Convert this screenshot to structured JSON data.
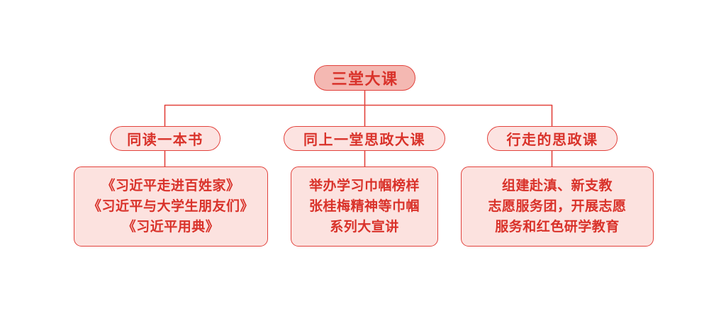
{
  "diagram": {
    "type": "org-chart",
    "title": "三堂大课",
    "root": {
      "label": "三堂大课"
    },
    "branches": [
      {
        "label": "同读一本书",
        "detail_lines": [
          "《习近平走进百姓家》",
          "《习近平与大学生朋友们》",
          "《习近平用典》"
        ]
      },
      {
        "label": "同上一堂思政大课",
        "detail_lines": [
          "举办学习巾帼榜样",
          "张桂梅精神等巾帼",
          "系列大宣讲"
        ]
      },
      {
        "label": "行走的思政课",
        "detail_lines": [
          "组建赴滇、新支教",
          "志愿服务团，开展志愿",
          "服务和红色研学教育"
        ]
      }
    ]
  },
  "colors": {
    "background": "#FFFFFF",
    "text_red": "#D9322A",
    "border_red": "#E2423C",
    "root_fill": "#F4B8B2",
    "branch_fill": "#FCE3E1",
    "box_fill": "#FCE2DF",
    "connector": "#E2423C"
  }
}
